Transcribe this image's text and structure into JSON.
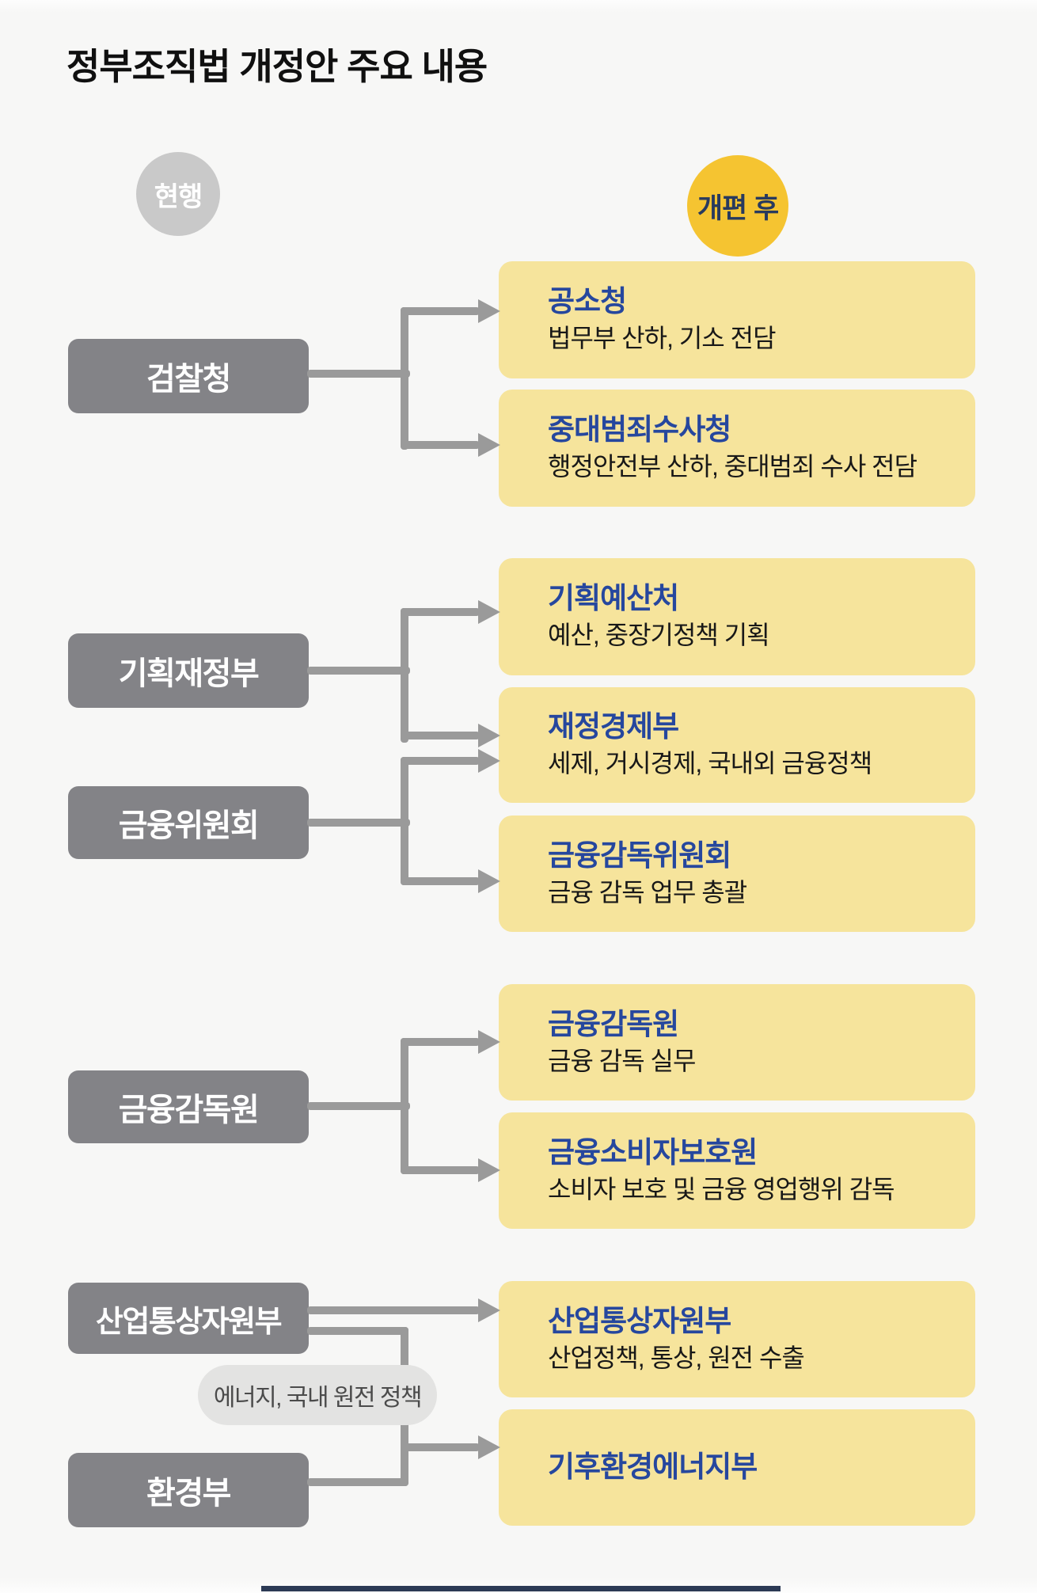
{
  "title": "정부조직법 개정안 주요 내용",
  "legend": {
    "current_label": "현행",
    "after_label": "개편 후"
  },
  "current_agencies": [
    {
      "label": "검찰청"
    },
    {
      "label": "기획재정부"
    },
    {
      "label": "금융위원회"
    },
    {
      "label": "금융감독원"
    },
    {
      "label": "산업통상자원부"
    },
    {
      "label": "환경부"
    }
  ],
  "reform_agencies": [
    {
      "title": "공소청",
      "desc": "법무부 산하, 기소 전담"
    },
    {
      "title": "중대범죄수사청",
      "desc": "행정안전부 산하, 중대범죄 수사 전담"
    },
    {
      "title": "기획예산처",
      "desc": "예산, 중장기정책 기획"
    },
    {
      "title": "재정경제부",
      "desc": "세제, 거시경제, 국내외 금융정책"
    },
    {
      "title": "금융감독위원회",
      "desc": "금융 감독 업무 총괄"
    },
    {
      "title": "금융감독원",
      "desc": "금융 감독 실무"
    },
    {
      "title": "금융소비자보호원",
      "desc": "소비자 보호 및 금융 영업행위 감독"
    },
    {
      "title": "산업통상자원부",
      "desc": "산업정책, 통상, 원전 수출"
    },
    {
      "title": "기후환경에너지부",
      "desc": ""
    }
  ],
  "note_pill": "에너지, 국내 원전 정책",
  "connections": [
    {
      "from": "검찰청",
      "to": [
        "공소청",
        "중대범죄수사청"
      ]
    },
    {
      "from": "기획재정부",
      "to": [
        "기획예산처",
        "재정경제부"
      ]
    },
    {
      "from": "금융위원회",
      "to": [
        "재정경제부",
        "금융감독위원회"
      ]
    },
    {
      "from": "금융감독원",
      "to": [
        "금융감독원",
        "금융소비자보호원"
      ]
    },
    {
      "from": "산업통상자원부",
      "to": [
        "산업통상자원부",
        "기후환경에너지부"
      ],
      "note": "에너지, 국내 원전 정책"
    },
    {
      "from": "환경부",
      "to": [
        "기후환경에너지부"
      ]
    }
  ],
  "colors": {
    "background": "#f7f7f6",
    "accent_yellow": "#f5c431",
    "card_yellow": "#f6e49c",
    "title_blue": "#26479e",
    "agency_gray": "#838387",
    "line_gray": "#9a9a9a",
    "badge_gray": "#c9c9c9",
    "pill_gray": "#e3e3e2",
    "navy": "#2c3a55"
  }
}
